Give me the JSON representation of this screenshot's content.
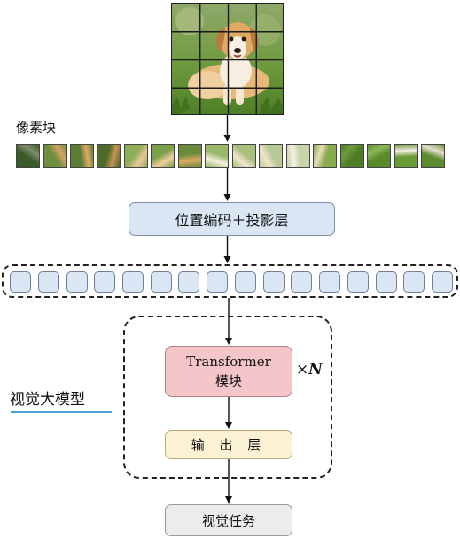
{
  "diagram": {
    "patch_label": "像素块",
    "patch_count": 16,
    "token_count": 16,
    "position_projection_label": "位置编码＋投影层",
    "transformer_label_line1": "Transformer",
    "transformer_label_line2": "模块",
    "repeat_prefix": "×",
    "repeat_symbol": "N",
    "output_layer_label": "输 出 层",
    "task_label": "视觉任务",
    "model_label": "视觉大模型",
    "colors": {
      "projection_fill": "#dbe6f5",
      "token_fill": "#dbe6f5",
      "transformer_fill": "#f5c6c9",
      "output_fill": "#fbf2d4",
      "task_fill": "#ececec",
      "underline": "#4aa3d3"
    }
  }
}
